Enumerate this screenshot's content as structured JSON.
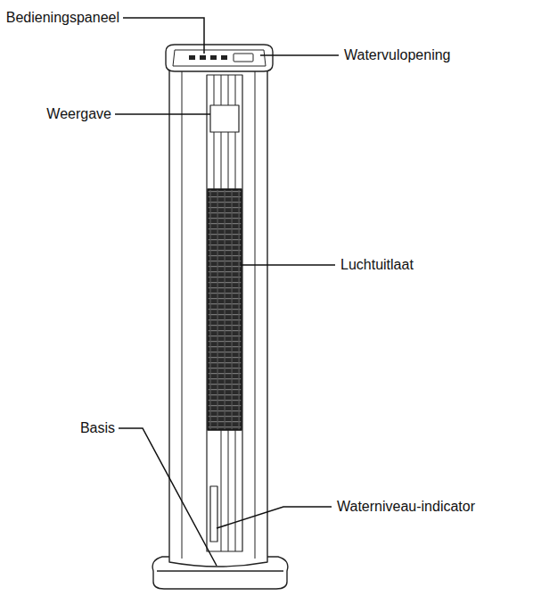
{
  "diagram": {
    "labels": [
      "Bedieningspaneel",
      "Watervulopening",
      "Weergave",
      "Luchtuitlaat",
      "Waterniveau-indicator",
      "Basis"
    ]
  }
}
